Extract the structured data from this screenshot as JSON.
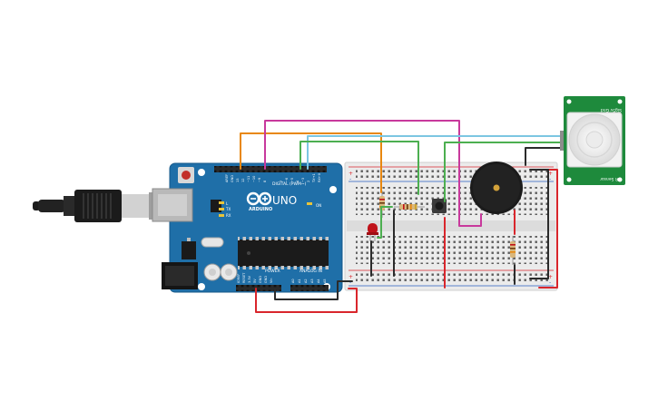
{
  "arduino": {
    "brand": "ARDUINO",
    "model": "UNO",
    "digital_header": "DIGITAL (PWM~)",
    "power_header": "POWER",
    "analog_header": "ANALOG IN",
    "on_label": "ON",
    "tx_label": "TX",
    "rx_label": "RX",
    "l_label": "L",
    "aref_label": "AREF",
    "gnd_label": "GND",
    "digital_pins": [
      "13",
      "12",
      "~11",
      "~10",
      "~9",
      "8",
      "7",
      "~6",
      "~5",
      "4",
      "~3",
      "2",
      "TX→1",
      "RX←0"
    ],
    "power_pins": [
      "IOREF",
      "RESET",
      "3.3V",
      "5V",
      "GND",
      "GND",
      "Vin"
    ],
    "analog_pins": [
      "A0",
      "A1",
      "A2",
      "A3",
      "A4",
      "A5"
    ]
  },
  "pir_sensor": {
    "top_label": "Sig5v Gnd",
    "bottom_label": "PIR Sensor"
  },
  "breadboard": {
    "rail_plus": "+",
    "rail_minus": "-"
  },
  "colors": {
    "board": "#1f6fa8",
    "breadboard": "#ebebeb",
    "wire_orange": "#e8870f",
    "wire_magenta": "#c8399c",
    "wire_lightblue": "#7cc6e2",
    "wire_green": "#4caf50",
    "wire_red": "#d9262c",
    "wire_black": "#2b2b2b",
    "pir_board": "#1e8a3c",
    "led": "#c0121a"
  }
}
